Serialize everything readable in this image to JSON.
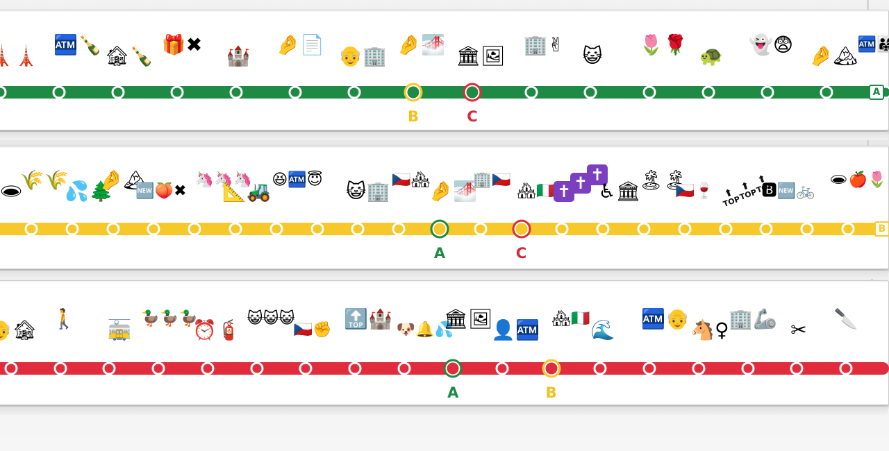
{
  "colors": {
    "green": "#1e8a44",
    "yellow": "#f7c82a",
    "red": "#e02c3c",
    "label_green": "#1e8a44",
    "label_yellow": "#f2c21b",
    "label_red": "#d42a3a"
  },
  "lines": [
    {
      "id": "A",
      "color_key": "green",
      "terminus_label": "A",
      "station_count": 16,
      "transfers": [
        {
          "line": "B",
          "label": "B",
          "color_key": "yellow",
          "station_index": 7
        },
        {
          "line": "C",
          "label": "C",
          "color_key": "red",
          "station_index": 8
        }
      ],
      "glyphs": [
        {
          "icon": "tokyo-tower-pair",
          "text": "🗼🗼"
        },
        {
          "icon": "atm-champagne",
          "text": "🏧🍾"
        },
        {
          "icon": "house-champagne",
          "text": "🏚🍾"
        },
        {
          "icon": "gift-cross",
          "text": "🎁✖"
        },
        {
          "icon": "castle",
          "text": "🏰"
        },
        {
          "icon": "hand-document",
          "text": "🤌📄"
        },
        {
          "icon": "face-office",
          "text": "👴🏢"
        },
        {
          "icon": "hand-bridge",
          "text": "🤌🌁"
        },
        {
          "icon": "museum-picture",
          "text": "🏛🖼"
        },
        {
          "icon": "office-victory",
          "text": "🏢✌"
        },
        {
          "icon": "cat-face",
          "text": "😺"
        },
        {
          "icon": "tulip-rose",
          "text": "🌷🌹"
        },
        {
          "icon": "turtle",
          "text": "🐢"
        },
        {
          "icon": "ghost-face",
          "text": "👻😨"
        },
        {
          "icon": "hand-mountain",
          "text": "🤌🏔"
        },
        {
          "icon": "atm-family",
          "text": "🏧👨‍👩‍👧"
        }
      ]
    },
    {
      "id": "B",
      "color_key": "yellow",
      "terminus_label": "B",
      "station_count": 22,
      "transfers": [
        {
          "line": "A",
          "label": "A",
          "color_key": "green",
          "station_index": 10
        },
        {
          "line": "C",
          "label": "C",
          "color_key": "red",
          "station_index": 12
        }
      ],
      "glyphs": [
        {
          "icon": "hole",
          "text": "🕳"
        },
        {
          "icon": "rice-plants",
          "text": "🌾🌾"
        },
        {
          "icon": "droplets-tree",
          "text": "💦🌲"
        },
        {
          "icon": "hand-mountain",
          "text": "🤌🏔"
        },
        {
          "icon": "new-peach",
          "text": "🆕🍑✖"
        },
        {
          "icon": "unicorns",
          "text": "🦄🦄🦄"
        },
        {
          "icon": "ruler-tractor",
          "text": "📐🚜"
        },
        {
          "icon": "laughing-atm",
          "text": "😆🏧😇"
        },
        {
          "icon": "cat-office",
          "text": "😺🏢"
        },
        {
          "icon": "czech-house",
          "text": "🇨🇿🏘"
        },
        {
          "icon": "hand-bridge",
          "text": "🤌🌁"
        },
        {
          "icon": "office-czech",
          "text": "🏢🇨🇿"
        },
        {
          "icon": "house-italy",
          "text": "🏘🇮🇹"
        },
        {
          "icon": "latin-cross-badges",
          "text": "✝"
        },
        {
          "icon": "accessibility-museum",
          "text": "♿🏛"
        },
        {
          "icon": "islands",
          "text": "🏝🏝"
        },
        {
          "icon": "czech-wine",
          "text": "🇨🇿🍷"
        },
        {
          "icon": "top-arrows",
          "text": "TOP"
        },
        {
          "icon": "b-new-bicycle",
          "text": "🅱🆕🚲"
        },
        {
          "icon": "hole-apple",
          "text": "🕳🍎🌷"
        }
      ]
    },
    {
      "id": "C",
      "color_key": "red",
      "terminus_label": "",
      "station_count": 18,
      "transfers": [
        {
          "line": "A",
          "label": "A",
          "color_key": "green",
          "station_index": 9
        },
        {
          "line": "B",
          "label": "B",
          "color_key": "yellow",
          "station_index": 11
        }
      ],
      "glyphs": [
        {
          "icon": "old-man-house",
          "text": "👴🏚"
        },
        {
          "icon": "person-walking",
          "text": "🚶"
        },
        {
          "icon": "tram",
          "text": "🚋"
        },
        {
          "icon": "ducks",
          "text": "🦆🦆🦆"
        },
        {
          "icon": "alarm-fire-extinguisher",
          "text": "⏰🧯"
        },
        {
          "icon": "cats",
          "text": "😺😺😺"
        },
        {
          "icon": "czech-fist",
          "text": "🇨🇿✊"
        },
        {
          "icon": "top-castle",
          "text": "🔝🏰"
        },
        {
          "icon": "dog-bell",
          "text": "🐶🔔💦"
        },
        {
          "icon": "museum-picture",
          "text": "🏛🖼"
        },
        {
          "icon": "silhouette-atm",
          "text": "👤🏧"
        },
        {
          "icon": "house-italy",
          "text": "🏘🇮🇹"
        },
        {
          "icon": "wave",
          "text": "🌊"
        },
        {
          "icon": "atm-face",
          "text": "🏧👴"
        },
        {
          "icon": "horse-female",
          "text": "🐴♀"
        },
        {
          "icon": "office-robot-arm",
          "text": "🏢🦾"
        },
        {
          "icon": "scissors",
          "text": "✂"
        },
        {
          "icon": "knife",
          "text": "🔪"
        }
      ]
    }
  ]
}
